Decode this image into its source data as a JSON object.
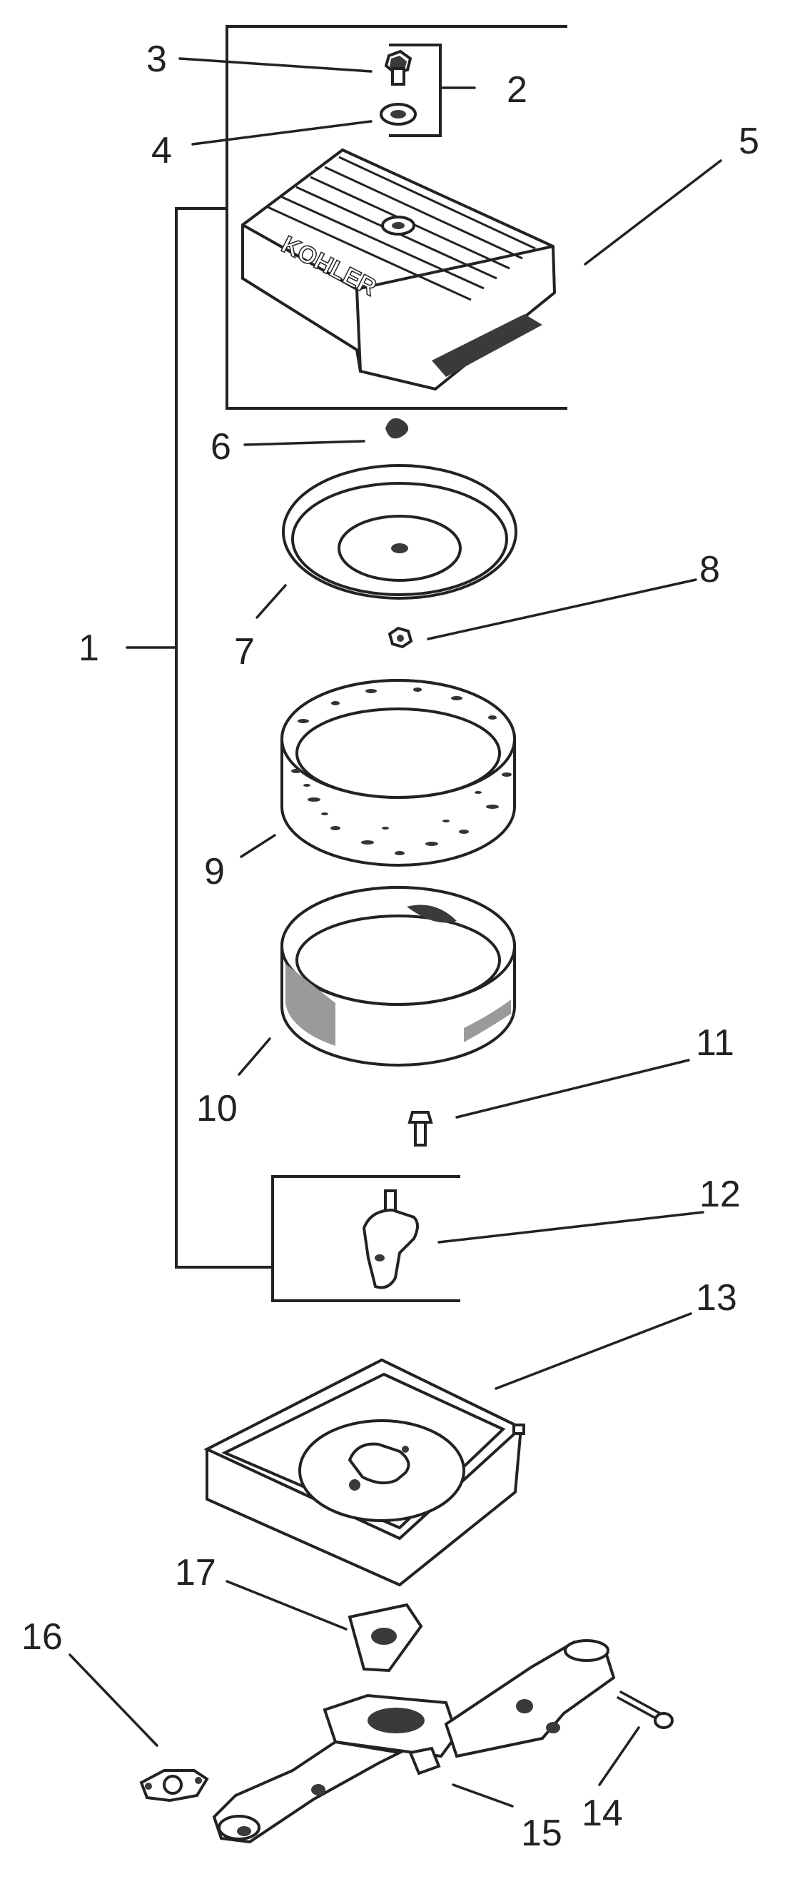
{
  "diagram": {
    "brand_text": "KOHLER",
    "callouts": [
      "1",
      "2",
      "3",
      "4",
      "5",
      "6",
      "7",
      "8",
      "9",
      "10",
      "11",
      "12",
      "13",
      "14",
      "15",
      "16",
      "17"
    ]
  }
}
